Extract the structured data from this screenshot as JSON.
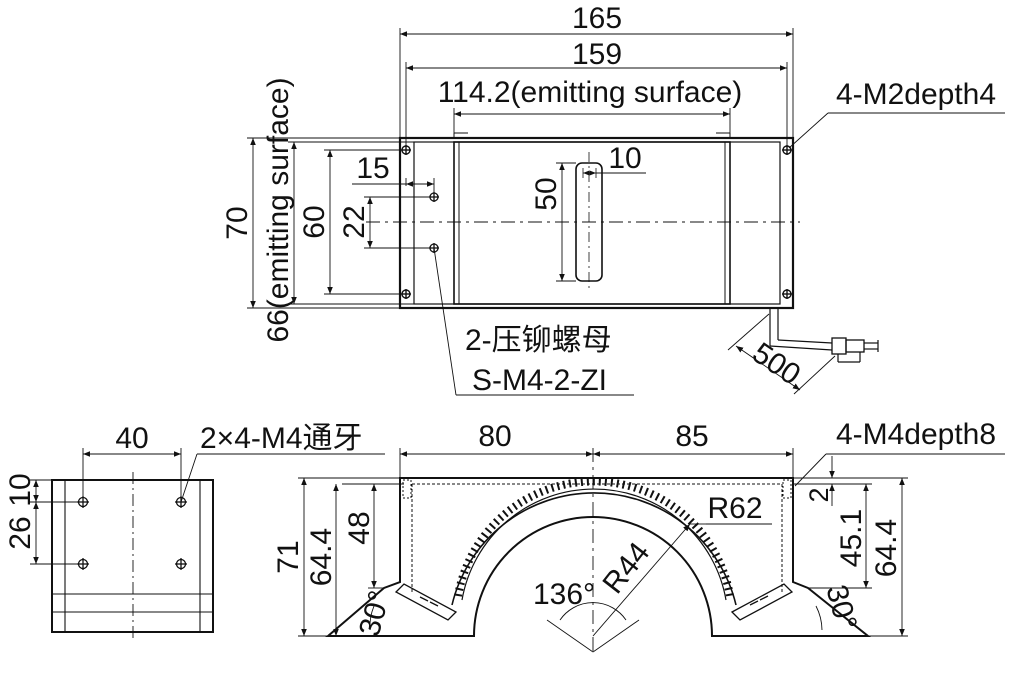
{
  "top_view": {
    "width_overall": "165",
    "width_mount": "159",
    "emit_width": "114.2(emitting surface)",
    "height_overall": "70",
    "height_emit": "66(emitting surface)",
    "height_mount": "60",
    "hole_spacing_x": "15",
    "hole_spacing_y": "22",
    "slot_length": "50",
    "slot_width": "10",
    "mount_holes": "4-M2depth4",
    "rivet_nut": "2-压铆螺母",
    "rivet_nut_part": "S-M4-2-ZI",
    "cable_length": "500"
  },
  "side_view": {
    "hole_spacing_x": "40",
    "threads": "2×4-M4通牙",
    "height_a": "10",
    "height_b": "26"
  },
  "front_view": {
    "left_width": "80",
    "right_width": "85",
    "mount_holes": "4-M4depth8",
    "height_overall": "71",
    "height_left": "64.4",
    "height_inner_left": "48",
    "height_right": "64.4",
    "height_inner_right": "45.1",
    "top_offset": "2",
    "outer_radius": "R62",
    "inner_radius": "R44",
    "arc_angle": "136°",
    "tilt_left": "30°",
    "tilt_right": "30°"
  }
}
